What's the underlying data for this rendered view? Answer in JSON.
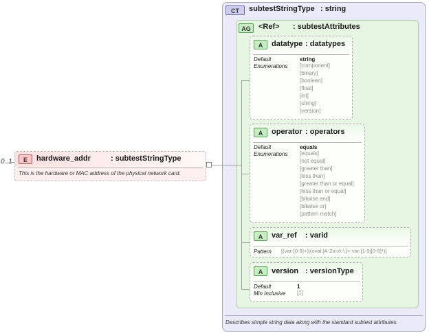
{
  "element": {
    "cardinality": "0..1",
    "badge": "E",
    "name": "hardware_addr",
    "type": ": subtestStringType",
    "documentation": "This is the hardware or MAC address of the physical network card."
  },
  "complex_type": {
    "badge": "CT",
    "name": "subtestStringType",
    "base": ": string",
    "documentation": "Describes simple string data along with the standard subtest attributes."
  },
  "attribute_group": {
    "badge": "AG",
    "ref": "<Ref>",
    "name": ": subtestAttributes"
  },
  "attributes": [
    {
      "badge": "A",
      "name": "datatype",
      "type": ": datatypes",
      "default_label": "Default",
      "default_value": "string",
      "second_label": "Enumerations",
      "values": [
        "[component]",
        "[binary]",
        "[boolean]",
        "[float]",
        "[int]",
        "[string]",
        "[version]"
      ]
    },
    {
      "badge": "A",
      "name": "operator",
      "type": ": operators",
      "default_label": "Default",
      "default_value": "equals",
      "second_label": "Enumerations",
      "values": [
        "[equals]",
        "[not equal]",
        "[greater than]",
        "[less than]",
        "[greater than or equal]",
        "[less than or equal]",
        "[bitwise and]",
        "[bitwise or]",
        "[pattern match]"
      ]
    },
    {
      "badge": "A",
      "name": "var_ref",
      "type": ": varid",
      "pattern_label": "Pattern",
      "pattern_value": "[(var-[0-9]+)|(oval:[A-Za-z\\-\\.]+:var:[1-9][0-9]*)]"
    },
    {
      "badge": "A",
      "name": "version",
      "type": ": versionType",
      "default_label": "Default",
      "default_value": "1",
      "second_label": "Min Inclusive",
      "values": [
        "[1]"
      ]
    }
  ],
  "colors": {
    "element_fill": "#fff0f0",
    "complex_type_fill": "#eaeaf8",
    "attribute_group_fill": "#e6f6e2",
    "connector": "#a0a0a0"
  }
}
